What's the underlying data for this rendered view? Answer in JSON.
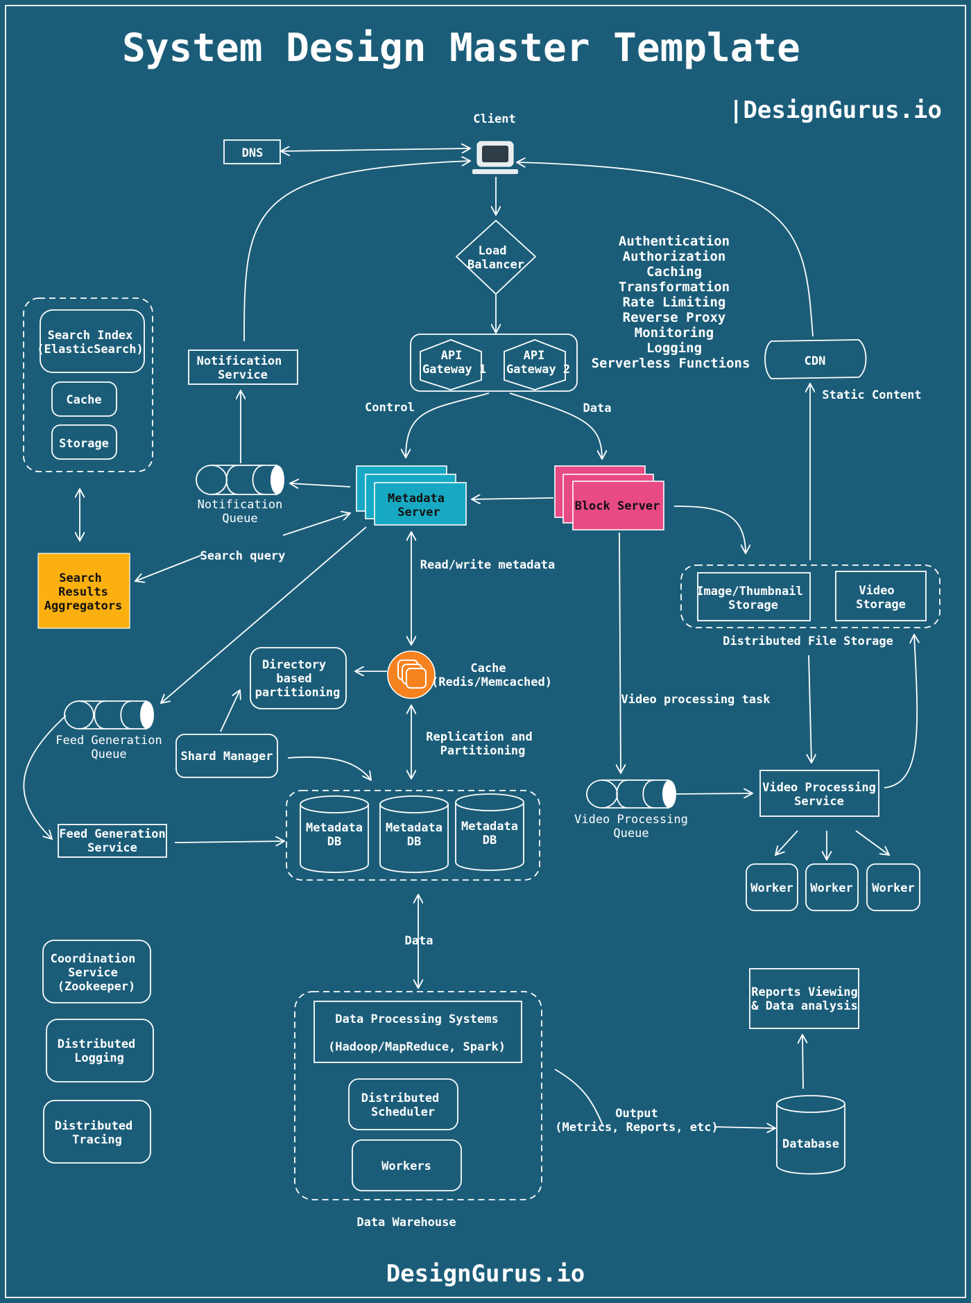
{
  "title": "System Design Master Template",
  "brand_top": "|DesignGurus.io",
  "brand_bottom": "DesignGurus.io",
  "colors": {
    "background": "#1b5d79",
    "metadata_server": "#17a9c4",
    "block_server": "#e84a84",
    "search_aggregator": "#fbb00f",
    "cache_icon": "#f5821f"
  },
  "nodes": {
    "client": "Client",
    "dns": "DNS",
    "load_balancer": [
      "Load",
      "Balancer"
    ],
    "api_gateway_1": [
      "API",
      "Gateway 1"
    ],
    "api_gateway_2": [
      "API",
      "Gateway 2"
    ],
    "gateway_features": [
      "Authentication",
      "Authorization",
      "Caching",
      "Transformation",
      "Rate Limiting",
      "Reverse Proxy",
      "Monitoring",
      "Logging",
      "Serverless Functions"
    ],
    "cdn": "CDN",
    "static_content": "Static Content",
    "notification_service": [
      "Notification",
      "Service"
    ],
    "notification_queue": [
      "Notification",
      "Queue"
    ],
    "search_index": [
      "Search Index",
      "(ElasticSearch)"
    ],
    "search_cache": "Cache",
    "search_storage": "Storage",
    "search_results": [
      "Search",
      "Results",
      "Aggregators"
    ],
    "search_query": "Search query",
    "metadata_server": [
      "Metadata",
      "Server"
    ],
    "block_server": "Block Server",
    "control": "Control",
    "data_edge": "Data",
    "read_write": "Read/write metadata",
    "image_storage": [
      "Image/Thumbnail",
      "Storage"
    ],
    "video_storage": [
      "Video",
      "Storage"
    ],
    "distributed_file_storage": "Distributed File Storage",
    "directory_partitioning": [
      "Directory",
      "based",
      "partitioning"
    ],
    "cache": [
      "Cache",
      "(Redis/Memcached)"
    ],
    "feed_queue": [
      "Feed Generation",
      "Queue"
    ],
    "shard_manager": "Shard Manager",
    "replication": [
      "Replication and",
      "Partitioning"
    ],
    "metadata_db": [
      "Metadata",
      "DB"
    ],
    "feed_service": [
      "Feed Generation",
      "Service"
    ],
    "video_task": "Video processing task",
    "video_queue": [
      "Video Processing",
      "Queue"
    ],
    "video_service": [
      "Video Processing",
      "Service"
    ],
    "worker": "Worker",
    "data_warehouse_edge": "Data",
    "coordination": [
      "Coordination",
      "Service",
      "(Zookeeper)"
    ],
    "distributed_logging": [
      "Distributed",
      "Logging"
    ],
    "distributed_tracing": [
      "Distributed",
      "Tracing"
    ],
    "data_processing": [
      "Data Processing Systems",
      "(Hadoop/MapReduce, Spark)"
    ],
    "distributed_scheduler": [
      "Distributed",
      "Scheduler"
    ],
    "dw_workers": "Workers",
    "data_warehouse": "Data Warehouse",
    "output": [
      "Output",
      "(Metrics, Reports, etc)"
    ],
    "database": "Database",
    "reports": [
      "Reports Viewing",
      "& Data analysis"
    ]
  }
}
